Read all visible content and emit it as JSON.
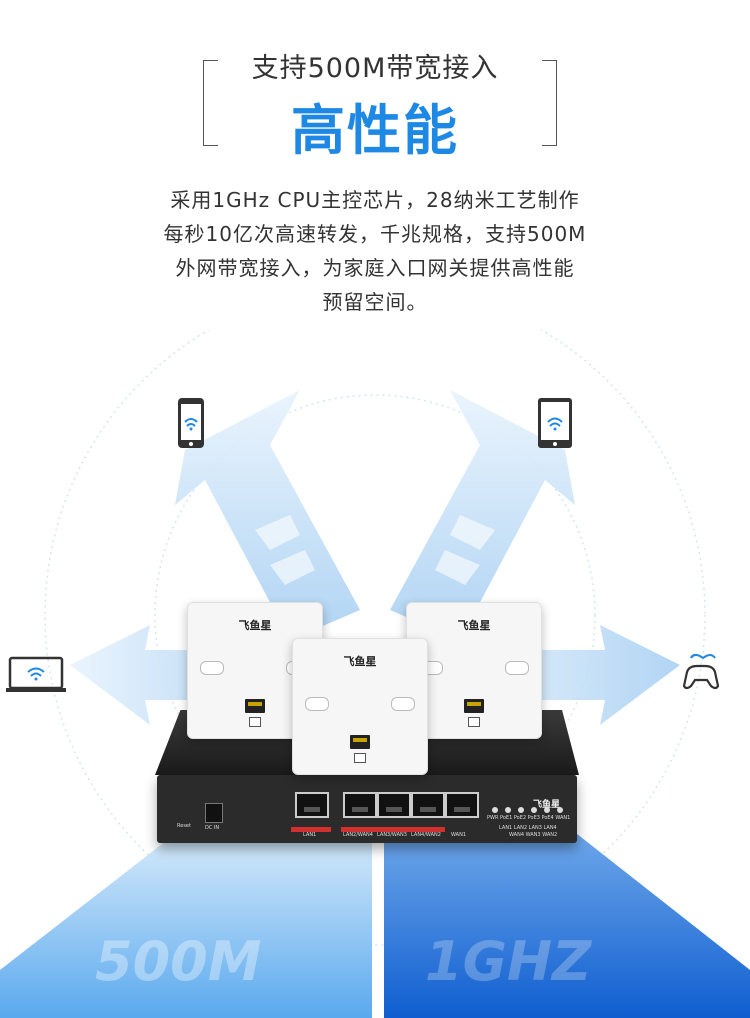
{
  "header": {
    "subtitle": "支持500M带宽接入",
    "title": "高性能"
  },
  "description": {
    "lines": [
      "采用1GHz CPU主控芯片，28纳米工艺制作",
      "每秒10亿次高速转发，千兆规格，支持500M",
      "外网带宽接入，为家庭入口网关提供高性能",
      "预留空间。"
    ]
  },
  "devices": {
    "panel_brand": "飞鱼星",
    "router_brand": "飞鱼星",
    "router_labels": {
      "reset": "Reset",
      "dcin": "DC IN",
      "lan1": "LAN1",
      "lan2": "LAN2/WAN4",
      "lan3": "LAN3/WAN3",
      "lan4": "LAN4/WAN2",
      "wan1": "WAN1",
      "led_row1": "PWR  PoE1 PoE2 PoE3 PoE4 WAN1",
      "led_row2": "LAN1 LAN2 LAN3 LAN4",
      "led_row3": "WAN4 WAN3 WAN2"
    }
  },
  "watermarks": {
    "left": "500M",
    "right": "1GHZ"
  },
  "colors": {
    "accent": "#1e88e5",
    "arrow": "#a9d2f5",
    "beam_left": "#6ab4f0",
    "beam_right": "#1f6fd6",
    "router": "#2b2b2b"
  },
  "icons": [
    "smartphone-icon",
    "tablet-icon",
    "laptop-icon",
    "gamepad-icon",
    "wifi-icon"
  ]
}
